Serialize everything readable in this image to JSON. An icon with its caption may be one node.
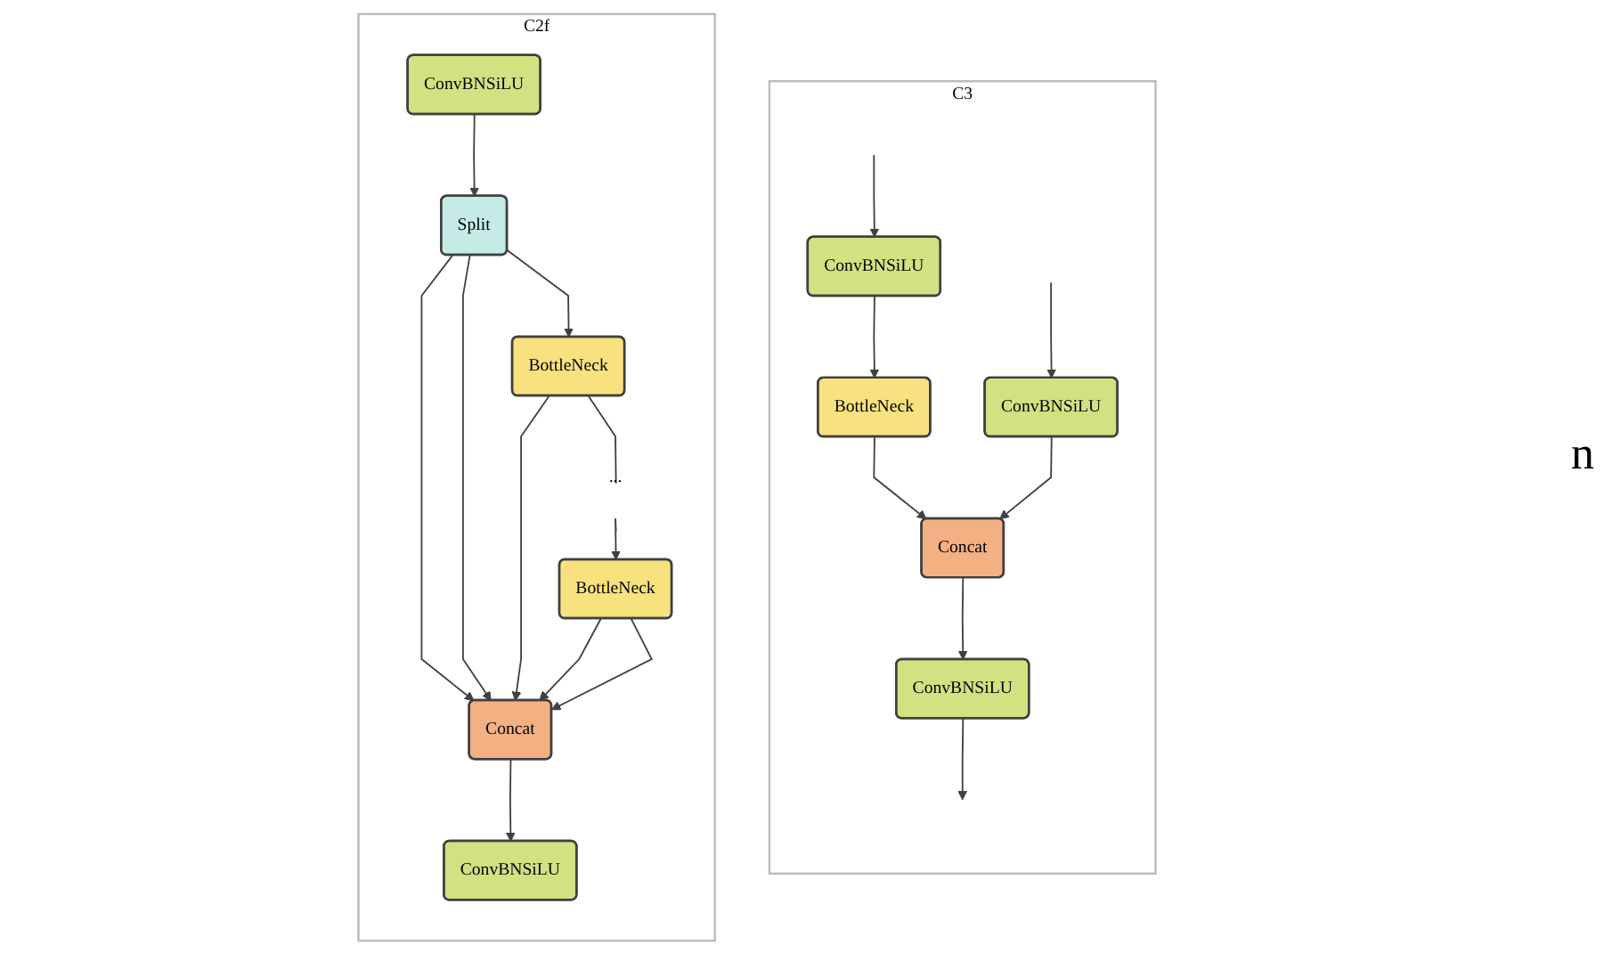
{
  "diagram": {
    "nodes": [
      {
        "text": [
          "C3"
        ]
      },
      {
        "text": [
          "ConvBNSiLU"
        ],
        "in": 0
      },
      {
        "text": [
          "ConvBNSiLU"
        ],
        "in": 0
      },
      {
        "text": [
          "BottleNeck"
        ],
        "in": 0
      },
      {
        "text": [
          "Concat"
        ],
        "in": 0
      },
      {
        "text": [
          "ConvBNSiLU"
        ],
        "in": 0
      },
      {
        "text": [
          "C2f"
        ]
      },
      {
        "text": [
          "ConvBNSiLU"
        ],
        "in": 6
      },
      {
        "text": [
          "Split"
        ],
        "in": 6
      },
      {
        "text": [
          "BottleNeck"
        ],
        "in": 6
      },
      {
        "text": [
          "..."
        ],
        "in": 6
      },
      {
        "text": [
          "BottleNeck"
        ],
        "in": 6
      },
      {
        "text": [
          "Concat"
        ],
        "in": 6
      },
      {
        "text": [
          "ConvBNSiLU"
        ],
        "in": 6
      }
    ],
    "edges": [
      {
        "from": null,
        "to": 1,
        "arrow": "to"
      },
      {
        "from": null,
        "to": 2,
        "arrow": "to"
      },
      {
        "from": 2,
        "to": 3,
        "arrow": "to"
      },
      {
        "from": 3,
        "to": 4,
        "arrow": "to"
      },
      {
        "from": 1,
        "to": 4,
        "arrow": "to"
      },
      {
        "from": 4,
        "to": 5,
        "arrow": "to"
      },
      {
        "from": 5,
        "to": null,
        "arrow": "to"
      },
      {
        "from": 7,
        "to": 8,
        "arrow": "to"
      },
      {
        "from": 8,
        "to": 9,
        "arrow": "to"
      },
      {
        "from": 8,
        "to": 12,
        "arrow": "to"
      },
      {
        "from": 8,
        "to": 12,
        "arrow": "to"
      },
      {
        "from": 9,
        "to": 10,
        "arrow": "none"
      },
      {
        "from": 10,
        "to": 11,
        "arrow": "to"
      },
      {
        "from": 9,
        "to": 12,
        "arrow": "to"
      },
      {
        "from": 11,
        "to": 12,
        "arrow": "to"
      },
      {
        "from": 11,
        "to": 12,
        "arrow": "to"
      },
      {
        "from": 12,
        "to": 13,
        "arrow": "to"
      }
    ],
    "labels": [
      "n"
    ]
  }
}
